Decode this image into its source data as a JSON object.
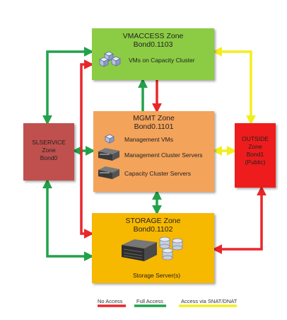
{
  "colors": {
    "red": "#e8272a",
    "green": "#21a24a",
    "yellow": "#f2ee1e",
    "vmaccess": "#8ccc44",
    "mgmt": "#f4a35b",
    "storage": "#f7b800",
    "slservice": "#c0504d",
    "outside": "#ee1c1c"
  },
  "zones": {
    "vmaccess": {
      "title1": "VMACCESS Zone",
      "title2": "Bond0.1103",
      "items": [
        "VMs on Capacity Cluster"
      ]
    },
    "mgmt": {
      "title1": "MGMT Zone",
      "title2": "Bond0.1101",
      "items": [
        "Management VMs",
        "Management Cluster Servers",
        "Capacity Cluster Servers"
      ]
    },
    "storage": {
      "title1": "STORAGE Zone",
      "title2": "Bond0.1102",
      "items": [
        "Storage Server(s)"
      ]
    },
    "slservice": {
      "line1": "SLSERVICE",
      "line2": "Zone",
      "line3": "Bond0"
    },
    "outside": {
      "line1": "OUTSIDE",
      "line2": "Zone",
      "line3": "Bond1",
      "line4": "(Public)"
    }
  },
  "icons": [
    "vm-cluster-icon",
    "vm-icon",
    "server-icon",
    "storage-server-icon"
  ],
  "legend": [
    {
      "label": "No Access",
      "color": "red"
    },
    {
      "label": "Full Access",
      "color": "green"
    },
    {
      "label": "Access via SNAT/DNAT",
      "color": "yellow"
    }
  ]
}
